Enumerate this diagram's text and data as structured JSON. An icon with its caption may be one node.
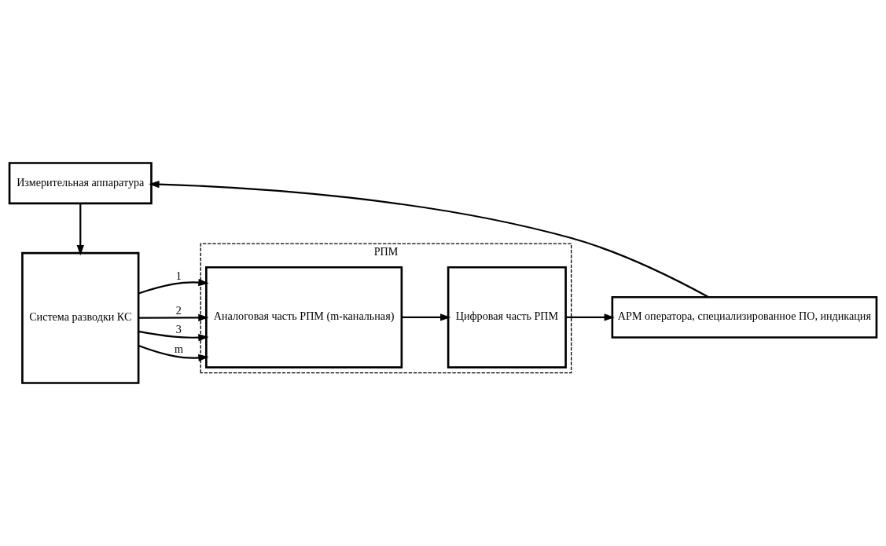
{
  "diagram": {
    "nodes": [
      {
        "text": [
          "РПМ"
        ]
      },
      {
        "text": [
          "Система разводки КС"
        ]
      },
      {
        "text": [
          "Аналоговая часть РПМ (m-канальная)"
        ],
        "in": 0
      },
      {
        "text": [
          "Цифровая часть РПМ"
        ],
        "in": 0
      },
      {
        "text": [
          "АРМ оператора, специализированное ПО, индикация"
        ]
      },
      {
        "text": [
          "Измерительная аппаратура"
        ]
      }
    ],
    "edges": [
      {
        "from": 1,
        "to": 2,
        "arrow": "to",
        "label": "1"
      },
      {
        "from": 1,
        "to": 2,
        "arrow": "to",
        "label": "2"
      },
      {
        "from": 1,
        "to": 2,
        "arrow": "to",
        "label": "3"
      },
      {
        "from": 1,
        "to": 2,
        "arrow": "to",
        "label": "m"
      },
      {
        "from": 2,
        "to": 3,
        "arrow": "to"
      },
      {
        "from": 3,
        "to": 4,
        "arrow": "to"
      },
      {
        "from": 4,
        "to": 5,
        "arrow": "to"
      },
      {
        "from": 5,
        "to": 1,
        "arrow": "to"
      }
    ]
  }
}
